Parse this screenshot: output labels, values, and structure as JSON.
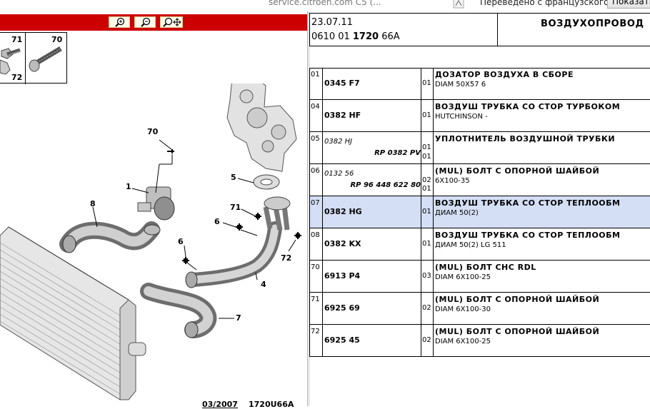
{
  "browser": {
    "url_text": "service.citroen.com  C5 (...",
    "translated_text": "Переведено с французского",
    "show_button": "Показать"
  },
  "diagram": {
    "bolt_labels": [
      "71",
      "72",
      "70"
    ],
    "callouts": [
      "70",
      "1",
      "8",
      "5",
      "71",
      "6",
      "6",
      "72",
      "4",
      "7"
    ],
    "footer_date": "03/2007",
    "footer_code": "1720U66A"
  },
  "header": {
    "date": "23.07.11",
    "code_prefix": "0610 01 ",
    "code_bold": "1720",
    "code_suffix": " 66A",
    "title": "ВОЗДУХОПРОВОД"
  },
  "parts": [
    {
      "num": "01",
      "ref": "0345 F7",
      "ref_alt": "",
      "qty": "01",
      "qty_alt": "",
      "name": "ДОЗАТОР ВОЗДУХА В СБОРЕ",
      "desc": "DIAM 50X57 6",
      "selected": false
    },
    {
      "num": "04",
      "ref": "0382 HF",
      "ref_alt": "",
      "qty": "01",
      "qty_alt": "",
      "name": "ВОЗДУШ ТРУБКА СО СТОР ТУРБОКОМ",
      "desc": "HUTCHINSON -",
      "selected": false
    },
    {
      "num": "05",
      "ref": "0382 HJ",
      "ref_alt": "RP 0382 PV",
      "qty": "01",
      "qty_alt": "01",
      "name": "УПЛОТНИТЕЛЬ ВОЗДУШНОЙ ТРУБКИ",
      "desc": "",
      "selected": false,
      "italic": true
    },
    {
      "num": "06",
      "ref": "0132 56",
      "ref_alt": "RP 96 448 622 80",
      "qty": "02",
      "qty_alt": "01",
      "name": "(MUL) БОЛТ С ОПОРНОЙ ШАЙБОЙ",
      "desc": "6X100-35",
      "selected": false,
      "italic": true
    },
    {
      "num": "07",
      "ref": "0382 HG",
      "ref_alt": "",
      "qty": "01",
      "qty_alt": "",
      "name": "ВОЗДУШ ТРУБКА СО СТОР ТЕПЛООБМ",
      "desc": "ДИАМ 50(2)",
      "selected": true
    },
    {
      "num": "08",
      "ref": "0382 KX",
      "ref_alt": "",
      "qty": "01",
      "qty_alt": "",
      "name": "ВОЗДУШ ТРУБКА СО СТОР ТЕПЛООБМ",
      "desc": "ДИАМ 50(2) LG 511",
      "selected": false
    },
    {
      "num": "70",
      "ref": "6913 P4",
      "ref_alt": "",
      "qty": "03",
      "qty_alt": "",
      "name": "(MUL) БОЛТ CHC RDL",
      "desc": "DIAM 6X100-25",
      "selected": false
    },
    {
      "num": "71",
      "ref": "6925 69",
      "ref_alt": "",
      "qty": "02",
      "qty_alt": "",
      "name": "(MUL) БОЛТ С ОПОРНОЙ ШАЙБОЙ",
      "desc": "DIAM 6X100-30",
      "selected": false
    },
    {
      "num": "72",
      "ref": "6925 45",
      "ref_alt": "",
      "qty": "02",
      "qty_alt": "",
      "name": "(MUL) БОЛТ С ОПОРНОЙ ШАЙБОЙ",
      "desc": "DIAM 6X100-25",
      "selected": false
    }
  ],
  "colors": {
    "toolbar": "#cc0000",
    "selected_row": "#d4dff5"
  }
}
